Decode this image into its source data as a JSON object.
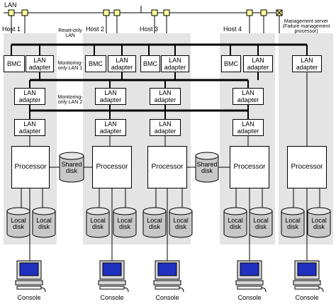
{
  "title_lan": "LAN",
  "colors": {
    "panel": "#e4e4e4",
    "stroke": "#000000",
    "disk": "#c8c8c8",
    "screen": "#2030c0"
  },
  "hosts": [
    {
      "name": "Host 1"
    },
    {
      "name": "Host 2"
    },
    {
      "name": "Host 3"
    },
    {
      "name": "Host 4"
    }
  ],
  "management_server": {
    "name": "Management server (Failure management processor)"
  },
  "networks": {
    "reset_only": "Reset-only LAN",
    "monitoring_1": "Monitoring-only LAN 1",
    "monitoring_2": "Monitoring-only LAN 2"
  },
  "labels": {
    "bmc": "BMC",
    "lan_adapter": "LAN adapter",
    "processor": "Processor",
    "shared_disk": "Shared disk",
    "local_disk": "Local disk",
    "console": "Console"
  },
  "icons": [
    "hub-icon",
    "terminator-icon",
    "disk-cylinder-icon",
    "console-computer-icon"
  ]
}
